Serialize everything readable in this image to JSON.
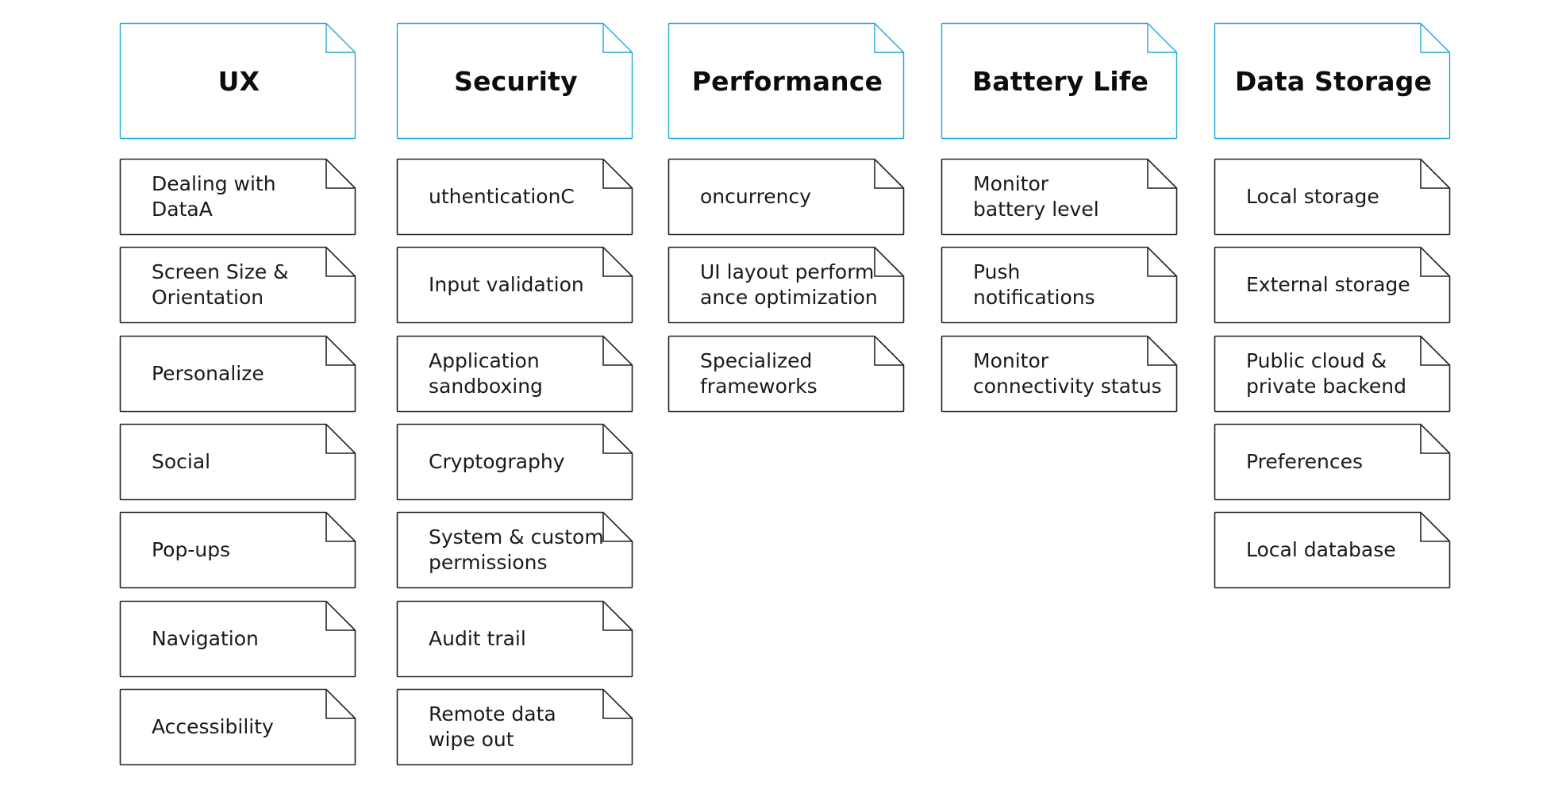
{
  "colors": {
    "header_border": "#21a8cf",
    "item_border": "#222222",
    "text": "#111111",
    "background": "#ffffff"
  },
  "columns": [
    {
      "title": "UX",
      "items": [
        "Dealing with DataA",
        "Screen Size &\nOrientation",
        "Personalize",
        "Social",
        "Pop-ups",
        "Navigation",
        "Accessibility"
      ]
    },
    {
      "title": "Security",
      "items": [
        "uthenticationC",
        "Input validation",
        "Application\nsandboxing",
        "Cryptography",
        "System & custom\npermissions",
        "Audit trail",
        "Remote data\nwipe out"
      ]
    },
    {
      "title": "Performance",
      "items": [
        "oncurrency",
        "UI layout perform\nance optimization",
        "Specialized\nframeworks"
      ]
    },
    {
      "title": "Battery Life",
      "items": [
        "Monitor\nbattery level",
        "Push\nnotifications",
        "Monitor\nconnectivity status"
      ]
    },
    {
      "title": "Data Storage",
      "items": [
        "Local storage",
        "External storage",
        "Public cloud &\nprivate backend",
        "Preferences",
        "Local database"
      ]
    }
  ]
}
